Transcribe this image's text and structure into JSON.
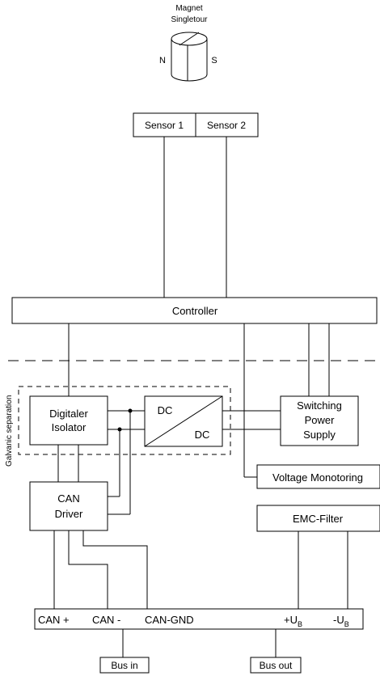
{
  "magnet": {
    "title_line1": "Magnet",
    "title_line2": "Singletour",
    "pole_n": "N",
    "pole_s": "S"
  },
  "sensors": {
    "sensor1": "Sensor 1",
    "sensor2": "Sensor 2"
  },
  "controller": "Controller",
  "galvanic_separation": "Galvanic separation",
  "isolator": {
    "line1": "Digitaler",
    "line2": "Isolator"
  },
  "dcdc": {
    "top": "DC",
    "bottom": "DC"
  },
  "power_supply": {
    "line1": "Switching",
    "line2": "Power",
    "line3": "Supply"
  },
  "voltage_monitoring": "Voltage Monotoring",
  "emc_filter": "EMC-Filter",
  "can_driver": {
    "line1": "CAN",
    "line2": "Driver"
  },
  "terminals": {
    "can_plus": "CAN +",
    "can_minus": "CAN -",
    "can_gnd": "CAN-GND",
    "ub_plus": "+U",
    "ub_minus": "-U",
    "ub_subscript": "B"
  },
  "bus_in": "Bus in",
  "bus_out": "Bus out"
}
